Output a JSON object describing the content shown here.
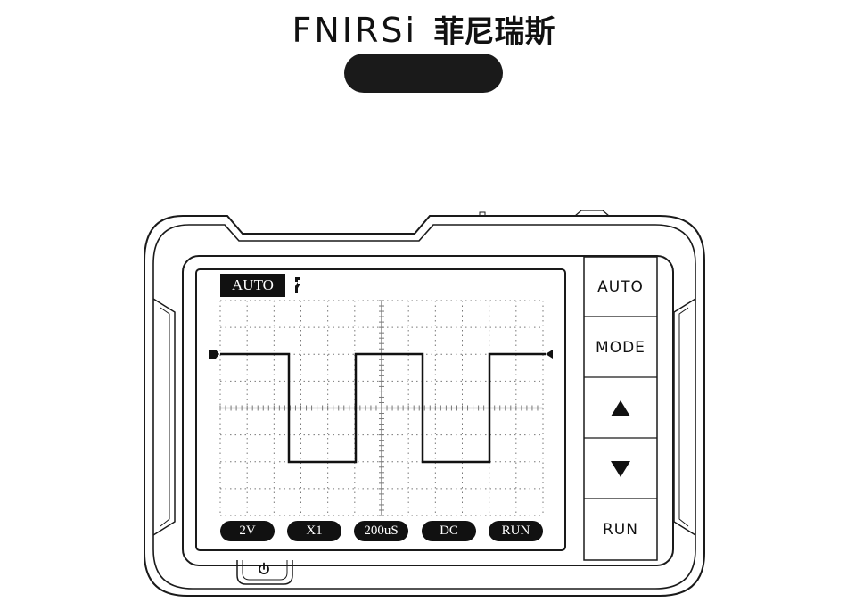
{
  "brand": {
    "logo_text": "FNIRSi",
    "chinese_name": "菲尼瑞斯"
  },
  "screen": {
    "mode_label": "AUTO",
    "bottom_bar": [
      "2V",
      "X1",
      "200uS",
      "DC",
      "RUN"
    ]
  },
  "side_buttons": [
    {
      "label": "AUTO"
    },
    {
      "label": "MODE"
    },
    {
      "label": "",
      "icon": "arrow-up-icon"
    },
    {
      "label": "",
      "icon": "arrow-down-icon"
    },
    {
      "label": "RUN"
    }
  ],
  "icons": {
    "trigger": "trigger-edge-icon",
    "power": "power-icon",
    "channel_marker": "channel-marker-icon",
    "trigger_level": "trigger-level-icon"
  },
  "colors": {
    "body": "#ffffff",
    "outline": "#1a1a1a",
    "screen_bg": "#ffffff"
  }
}
